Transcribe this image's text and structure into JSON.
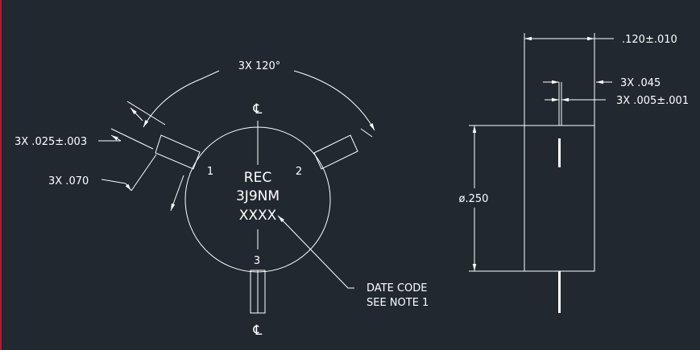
{
  "colors": {
    "background": "#212830",
    "linework": "#ffffff",
    "left_edge": "#c8102e"
  },
  "top_view": {
    "angle_dim": "3X 120°",
    "centerline_top": "℄",
    "centerline_bottom": "℄",
    "lead_width_dim": "3X .025±.003",
    "lead_offset_dim": "3X .070",
    "pin_1": "1",
    "pin_2": "2",
    "pin_3": "3",
    "marking": [
      "REC",
      "3J9NM",
      "XXXX"
    ],
    "note": [
      "DATE CODE",
      "SEE NOTE 1"
    ]
  },
  "side_view": {
    "height_dim": ".120±.010",
    "lead_spacing_dim": "3X .045",
    "lead_dia_dim": "3X .005±.001",
    "diameter_dim": "ø.250"
  }
}
